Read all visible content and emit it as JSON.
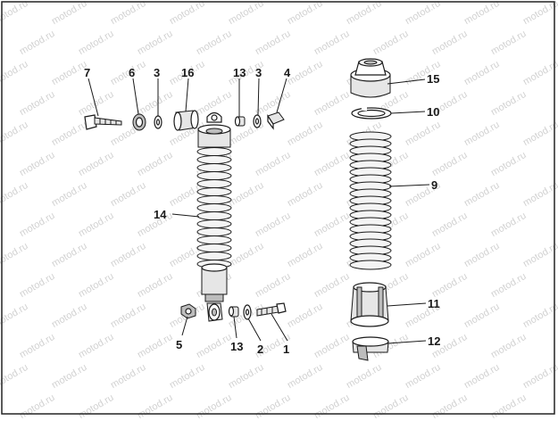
{
  "watermark": {
    "text": "motod.ru"
  },
  "callouts": {
    "c1": "1",
    "c2": "2",
    "c3a": "3",
    "c3b": "3",
    "c4": "4",
    "c5": "5",
    "c6": "6",
    "c7": "7",
    "c9": "9",
    "c10": "10",
    "c11": "11",
    "c12": "12",
    "c13a": "13",
    "c13b": "13",
    "c14": "14",
    "c15": "15",
    "c16": "16"
  }
}
